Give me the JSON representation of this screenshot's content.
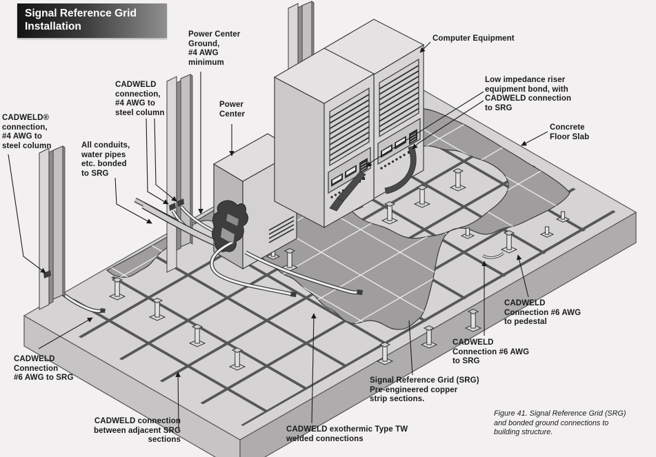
{
  "title": {
    "text": "Signal Reference Grid\nInstallation"
  },
  "callouts": {
    "power_center_ground": "Power Center\nGround,\n#4 AWG\nminimum",
    "cadweld_steel_column": "CADWELD\nconnection,\n#4 AWG to\nsteel column",
    "power_center": "Power\nCenter",
    "computer_equipment": "Computer Equipment",
    "low_impedance_riser": "Low impedance riser\nequipment bond, with\nCADWELD connection\nto SRG",
    "concrete_floor_slab": "Concrete\nFloor Slab",
    "cadweld_reg_steel_column": "CADWELD®\nconnection,\n#4 AWG to\nsteel column",
    "conduits_bonded": "All conduits,\nwater pipes\netc. bonded\nto SRG",
    "cadweld_pedestal": "CADWELD\nConnection #6 AWG\nto pedestal",
    "cadweld_srg_right": "CADWELD\nConnection #6 AWG\nto SRG",
    "srg_strip_sections": "Signal Reference Grid (SRG)\nPre-engineered copper\nstrip sections.",
    "cadweld_srg_left": "CADWELD\nConnection\n#6 AWG to SRG",
    "cadweld_between_sections": "CADWELD connection\nbetween adjacent SRG\nsections",
    "cadweld_exothermic": "CADWELD exothermic Type TW\nwelded connections"
  },
  "caption": "Figure 41. Signal Reference Grid (SRG)\nand bonded ground connections to\nbuilding structure.",
  "colors": {
    "background": "#f2f0f1",
    "banner_dark": "#131313",
    "banner_light": "#8f8f8f",
    "slab_top": "#d5d3d4",
    "slab_side_left": "#c6c4c5",
    "slab_side_right": "#aeacad",
    "raised_floor": "#9f9d9e",
    "tile_line": "#ffffff",
    "srg_strip": "#565656",
    "equipment_face": "#d7d5d6",
    "text": "#1a1a1a"
  }
}
